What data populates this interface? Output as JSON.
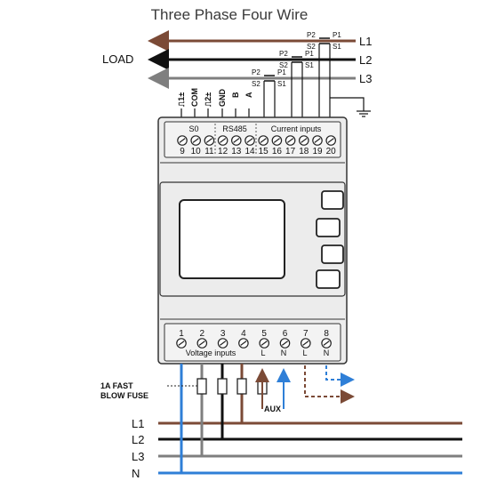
{
  "title": "Three Phase Four Wire",
  "load_label": "LOAD",
  "top_lines": [
    "L1",
    "L2",
    "L3"
  ],
  "ct_labels": {
    "p1": "P1",
    "p2": "P2",
    "s1": "S1",
    "s2": "S2"
  },
  "top_terminal_labels": [
    "S0",
    "RS485",
    "Current inputs"
  ],
  "top_terminal_numbers": [
    "9",
    "10",
    "11",
    "12",
    "13",
    "14",
    "15",
    "16",
    "17",
    "18",
    "19",
    "20"
  ],
  "vertical_pin_labels": [
    "⎍1±",
    "COM",
    "⎍2±",
    "GND",
    "B",
    "A"
  ],
  "bottom_terminal_numbers": [
    "1",
    "2",
    "3",
    "4",
    "5",
    "6",
    "7",
    "8"
  ],
  "bottom_terminal_labels": {
    "voltage": "Voltage inputs",
    "l1": "L",
    "n1": "N",
    "l2": "L",
    "n2": "N"
  },
  "fuse_label_line1": "1A FAST",
  "fuse_label_line2": "BLOW FUSE",
  "aux_label": "AUX",
  "bottom_lines": [
    "L1",
    "L2",
    "L3",
    "N"
  ],
  "colors": {
    "l1": "#7b4a36",
    "l2": "#111111",
    "l3": "#7f7f7f",
    "n": "#2f7fd7",
    "meter_outline": "#333333",
    "meter_fill": "#ececec"
  }
}
